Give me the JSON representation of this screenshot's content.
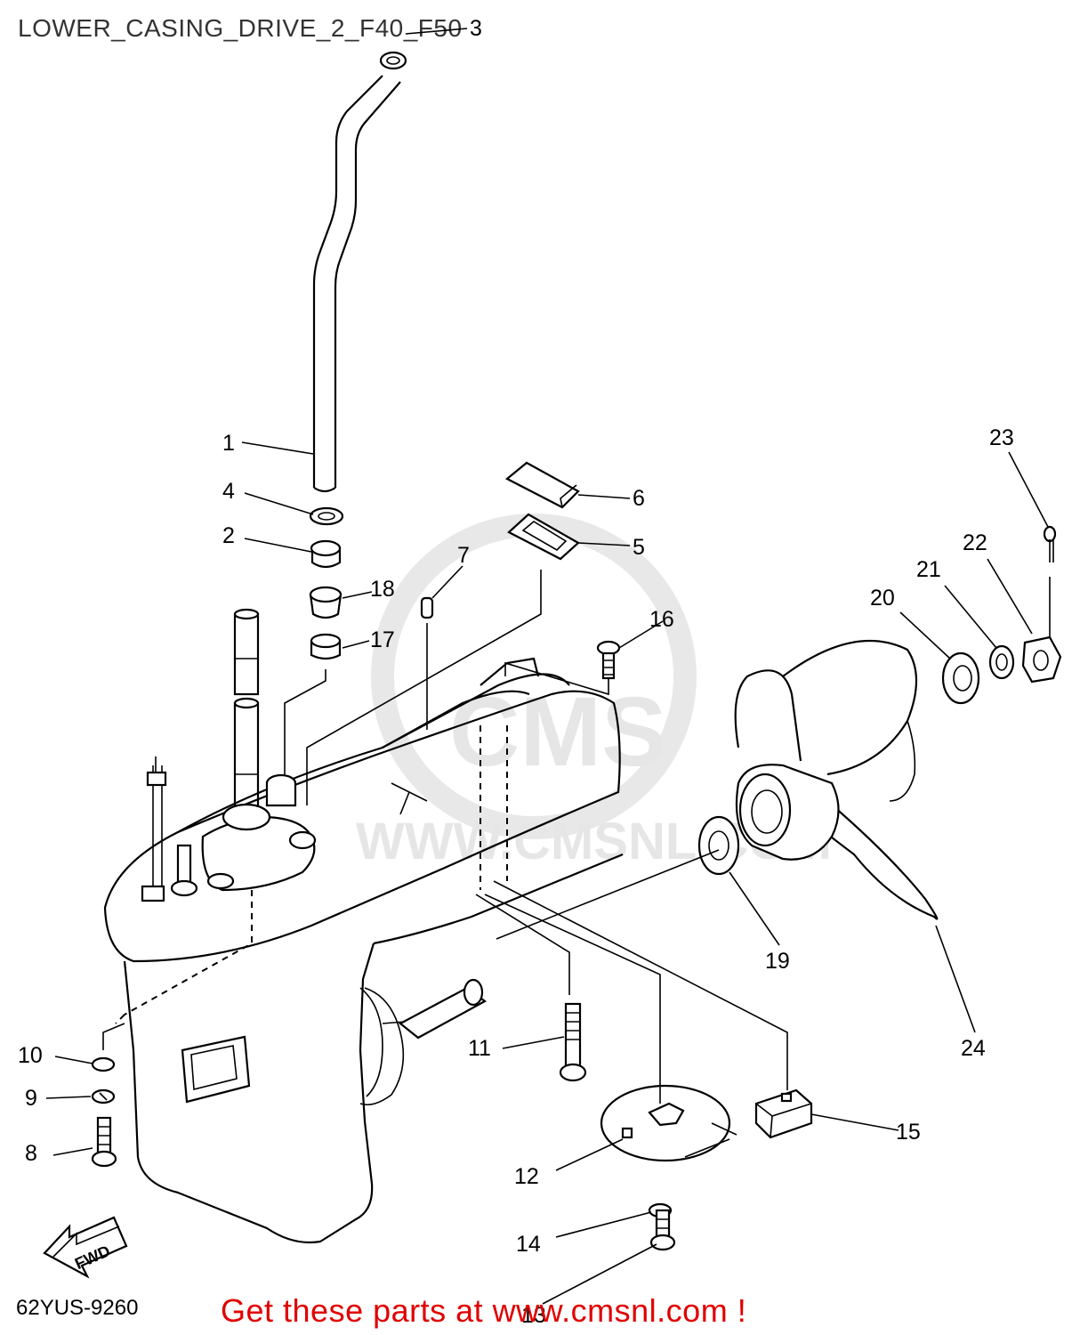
{
  "title": "LOWER_CASING_DRIVE_2_F40_F50",
  "diagram_code": "62YUS-9260",
  "promo_text": "Get these parts at www.cmsnl.com !",
  "watermark": {
    "brand": "CMS",
    "url": "WWW.CMSNL.COM"
  },
  "direction_arrow": "FWD",
  "callouts": [
    "1",
    "2",
    "3",
    "4",
    "5",
    "6",
    "7",
    "8",
    "9",
    "10",
    "11",
    "12",
    "13",
    "14",
    "15",
    "16",
    "17",
    "18",
    "19",
    "20",
    "21",
    "22",
    "23",
    "24"
  ]
}
